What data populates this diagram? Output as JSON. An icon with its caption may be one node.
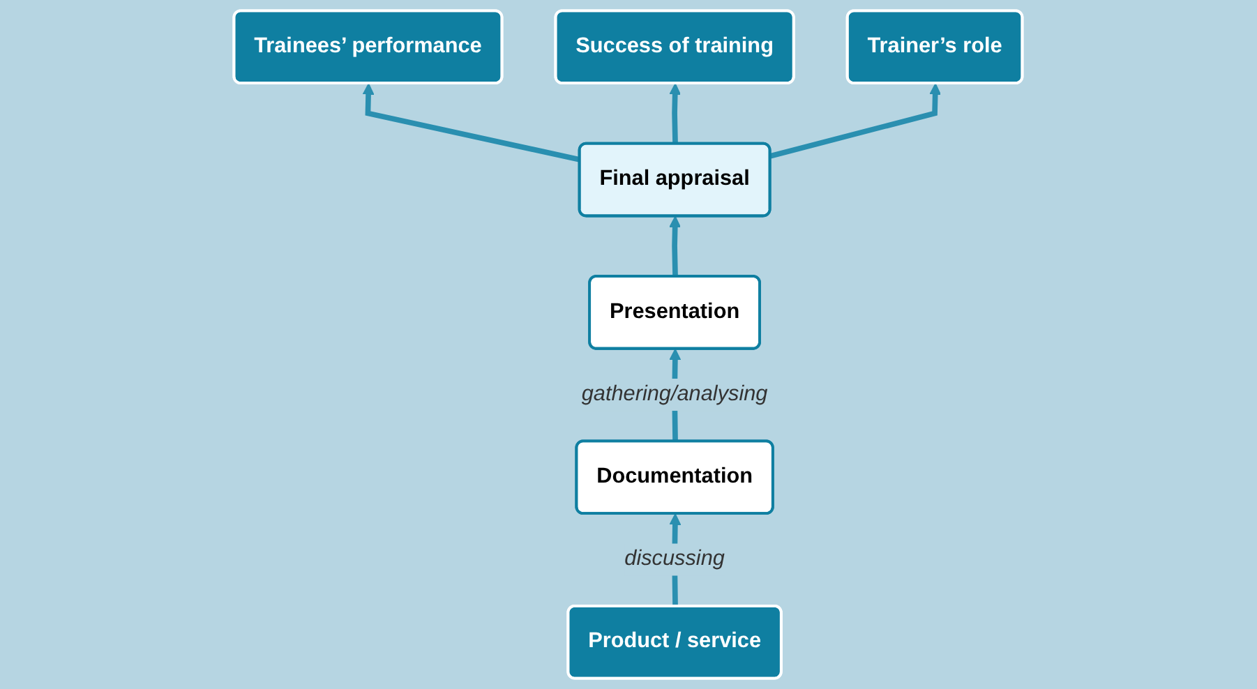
{
  "diagram": {
    "nodes": [
      {
        "text": [
          "Success of training"
        ]
      },
      {
        "text": [
          "Trainees’ performance"
        ]
      },
      {
        "text": [
          "Trainer’s role"
        ]
      },
      {
        "text": [
          "Final appraisal"
        ]
      },
      {
        "text": [
          "Presentation"
        ]
      },
      {
        "text": [
          "Documentation"
        ]
      },
      {
        "text": [
          "Product / service"
        ]
      }
    ],
    "edges": [
      {
        "from": 6,
        "to": 5,
        "arrow": "to",
        "label": "discussing"
      },
      {
        "from": 5,
        "to": 4,
        "arrow": "to",
        "label": "gathering/analysing"
      },
      {
        "from": 4,
        "to": 3,
        "arrow": "to"
      },
      {
        "from": 3,
        "to": 1,
        "arrow": "to"
      },
      {
        "from": 3,
        "to": 0,
        "arrow": "to"
      },
      {
        "from": 3,
        "to": 2,
        "arrow": "to"
      }
    ]
  }
}
